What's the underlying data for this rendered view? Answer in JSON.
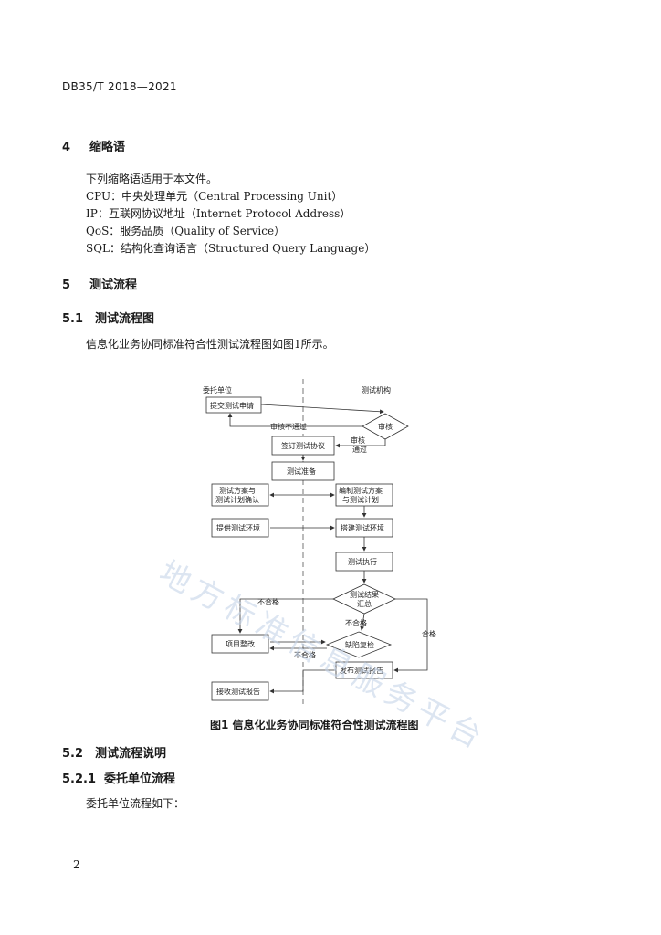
{
  "header": {
    "std_number": "DB35/T 2018—2021"
  },
  "sec4": {
    "num": "4",
    "title": "缩略语",
    "intro": "下列缩略语适用于本文件。",
    "items": [
      "CPU：中央处理单元（Central Processing Unit）",
      "IP：互联网协议地址（Internet Protocol Address）",
      "QoS：服务品质（Quality of Service）",
      "SQL：结构化查询语言（Structured Query Language）"
    ]
  },
  "sec5": {
    "num": "5",
    "title": "测试流程"
  },
  "sec51": {
    "num": "5.1",
    "title": "测试流程图",
    "text": "信息化业务协同标准符合性测试流程图如图1所示。"
  },
  "flow": {
    "lane_left": "委托单位",
    "lane_right": "测试机构",
    "submit": "提交测试申请",
    "review": "审核",
    "review_fail": "审核不通过",
    "review_pass_1": "审核",
    "review_pass_2": "通过",
    "sign": "签订测试协议",
    "prepare": "测试准备",
    "confirm_1": "测试方案与",
    "confirm_2": "测试计划确认",
    "plan_1": "编制测试方案",
    "plan_2": "与测试计划",
    "provide_env": "提供测试环境",
    "build_env": "搭建测试环境",
    "execute": "测试执行",
    "summary_1": "测试结果",
    "summary_2": "汇总",
    "fail_a": "不合格",
    "fail_b": "不合格",
    "fail_c": "不合格",
    "pass": "合格",
    "rectify": "项目整改",
    "recheck": "缺陷复检",
    "publish": "发布测试报告",
    "receive": "接收测试报告"
  },
  "figure": {
    "caption": "图1  信息化业务协同标准符合性测试流程图"
  },
  "sec52": {
    "num": "5.2",
    "title": "测试流程说明"
  },
  "sec521": {
    "num": "5.2.1",
    "title": "委托单位流程",
    "text": "委托单位流程如下："
  },
  "watermark": "地方标准信息服务平台",
  "page_number": "2"
}
